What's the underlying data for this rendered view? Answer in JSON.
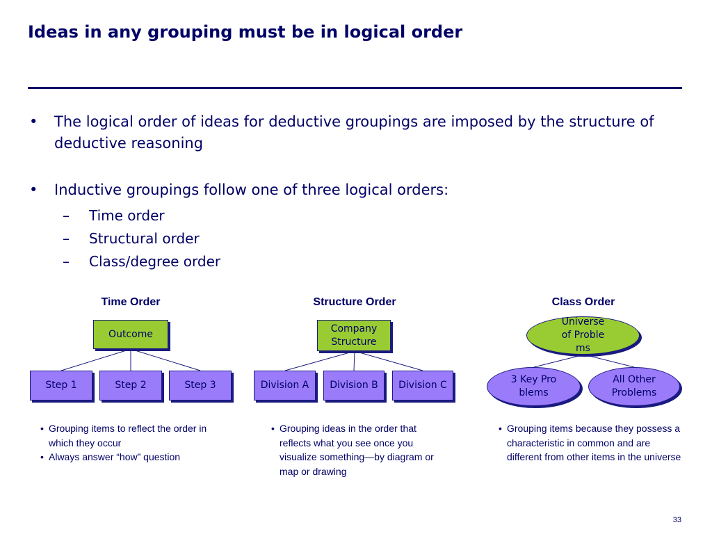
{
  "title": "Ideas in any grouping must be in logical order",
  "bullets": [
    {
      "text": "The logical order of ideas for deductive groupings are imposed by the structure of deductive reasoning"
    },
    {
      "text": "Inductive groupings follow one of three logical orders:",
      "subitems": [
        "Time order",
        "Structural order",
        "Class/degree order"
      ]
    }
  ],
  "time_order": {
    "heading": "Time Order",
    "top": "Outcome",
    "children": [
      "Step 1",
      "Step 2",
      "Step 3"
    ],
    "notes": [
      "Grouping items to reflect the order in which they occur",
      "Always answer “how” question"
    ]
  },
  "structure_order": {
    "heading": "Structure Order",
    "top": "Company Structure",
    "children": [
      "Division A",
      "Division B",
      "Division C"
    ],
    "notes": [
      "Grouping ideas in the order that reflects what you see once you visualize something—by diagram or map or drawing"
    ]
  },
  "class_order": {
    "heading": "Class Order",
    "top": "Universe of Problems",
    "children": [
      "3 Key Problems",
      "All Other Problems"
    ],
    "notes": [
      "Grouping items because they possess a characteristic in common and are different from other items in the universe"
    ]
  },
  "page_number": "33",
  "colors": {
    "navy": "#000066",
    "green": "#99cc33",
    "purple": "#9a7bfa"
  }
}
